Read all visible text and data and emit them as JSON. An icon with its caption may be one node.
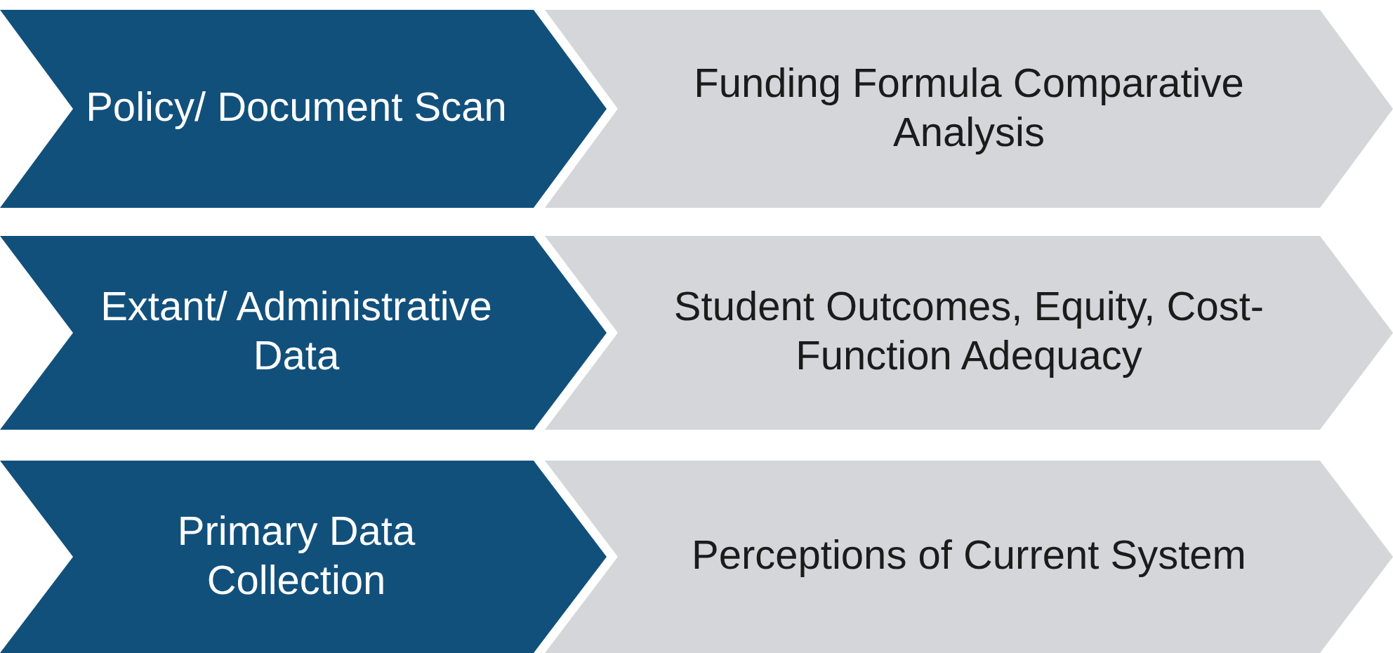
{
  "diagram": {
    "nodes": [
      {
        "text": [
          "Policy/ Document Scan"
        ]
      },
      {
        "text": [
          "Funding Formula Comparative Analysis"
        ]
      },
      {
        "text": [
          "Extant/ Administrative Data"
        ]
      },
      {
        "text": [
          "Student Outcomes, Equity, Cost-Function Adequacy"
        ]
      },
      {
        "text": [
          "Primary Data Collection"
        ]
      },
      {
        "text": [
          "Perceptions of Current System"
        ]
      }
    ]
  }
}
